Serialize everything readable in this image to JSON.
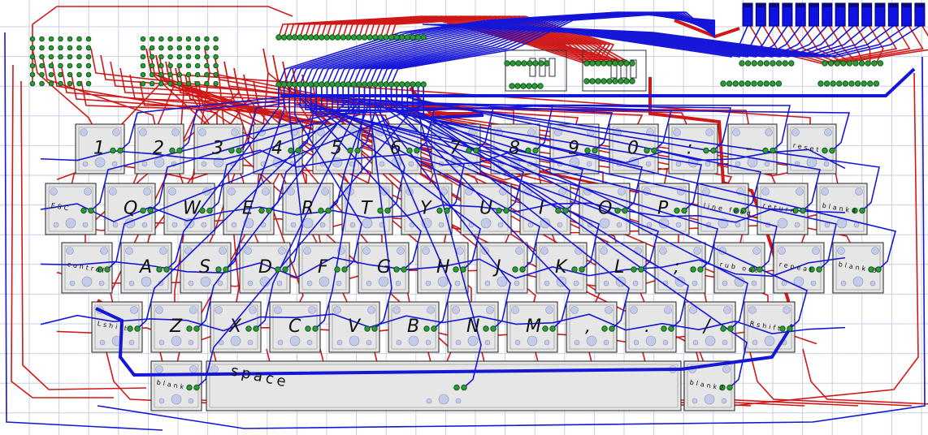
{
  "board": {
    "key_rows": [
      {
        "keys": [
          "1",
          "2",
          "3",
          "4",
          "5",
          "6",
          "7",
          "8",
          "9",
          "0",
          ":",
          "-",
          "reset"
        ]
      },
      {
        "keys": [
          "ESC",
          "Q",
          "W",
          "E",
          "R",
          "T",
          "Y",
          "U",
          "I",
          "O",
          "P",
          "line feed",
          "return",
          "blank4"
        ]
      },
      {
        "keys": [
          "control",
          "A",
          "S",
          "D",
          "F",
          "G",
          "H",
          "J",
          "K",
          "L",
          ";",
          "rub out",
          "repeat",
          "blank 3"
        ]
      },
      {
        "keys": [
          "Lshift",
          "Z",
          "X",
          "C",
          "V",
          "B",
          "N",
          "M",
          ",",
          ".",
          "/",
          "Rshift"
        ]
      },
      {
        "keys": [
          "blank",
          "space",
          "blank2"
        ]
      }
    ],
    "colors": {
      "top_trace": "#1616d8",
      "bottom_trace": "#d01818",
      "pad": "#2f9a3a",
      "grid": "#c9cfe6",
      "key": "#e6e6e6"
    },
    "header_pin_count": 14
  }
}
